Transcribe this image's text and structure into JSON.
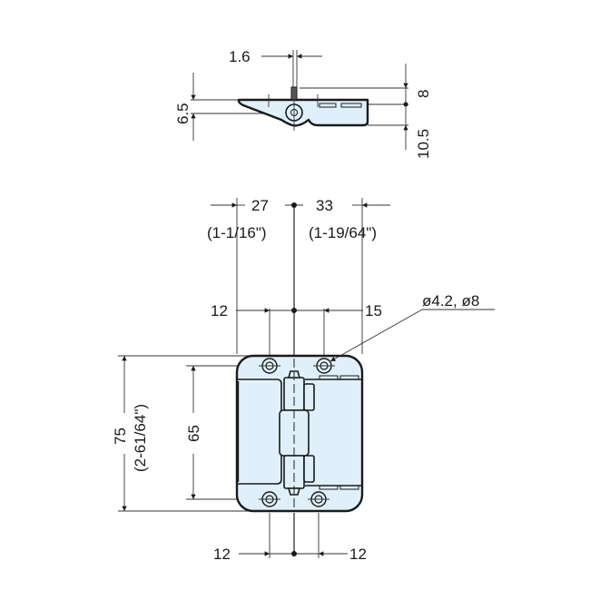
{
  "drawing": {
    "title": "Hinge dimensional drawing",
    "fill_color": "#dff0fb",
    "line_color": "#1a1a1a"
  },
  "side_view": {
    "dims": {
      "pin_width": "1.6",
      "left_height": "6.5",
      "top_offset": "8",
      "bottom_offset": "10.5"
    }
  },
  "front_view": {
    "dims": {
      "left_width": "27",
      "left_width_in": "(1-1/16\")",
      "right_width": "33",
      "right_width_in": "(1-19/64\")",
      "top_hole_left": "12",
      "top_hole_right": "15",
      "hole_spec": "ø4.2, ø8",
      "overall_height": "75",
      "overall_height_in": "(2-61/64\")",
      "hole_spacing": "65",
      "bottom_hole_left": "12",
      "bottom_hole_right": "12"
    }
  }
}
